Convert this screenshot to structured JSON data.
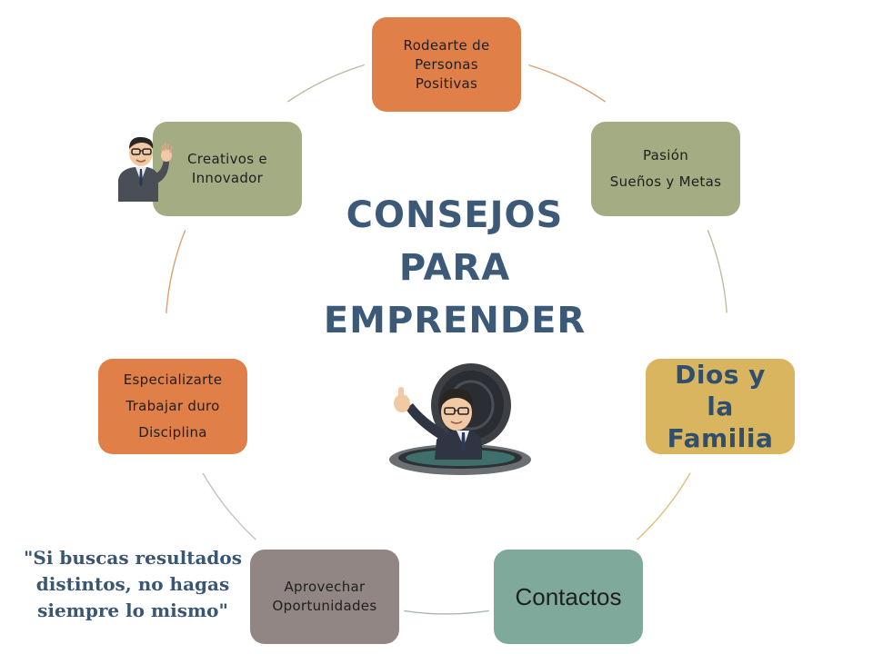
{
  "title": {
    "lines": [
      "CONSEJOS",
      "PARA",
      "EMPRENDER"
    ],
    "color": "#3c5a78"
  },
  "ring": {
    "colors": [
      "#e0a070",
      "#b8bfa0",
      "#e0c080",
      "#a8b8b0",
      "#c8c0bc",
      "#e0a070",
      "#b8bfa0"
    ]
  },
  "nodes": [
    {
      "lines": [
        "Rodearte de",
        "Personas",
        "Positivas"
      ],
      "color": "#e07f48"
    },
    {
      "lines": [
        "Pasión",
        "Sueños y Metas"
      ],
      "color": "#a3ac82"
    },
    {
      "lines": [
        "Dios y",
        "la",
        "Familia"
      ],
      "color": "#d9b55f"
    },
    {
      "lines": [
        "Contactos"
      ],
      "color": "#7fa99b"
    },
    {
      "lines": [
        "Aprovechar",
        "Oportunidades"
      ],
      "color": "#918683"
    },
    {
      "lines": [
        "Especializarte",
        "Trabajar duro",
        "Disciplina"
      ],
      "color": "#e07f48"
    },
    {
      "lines": [
        "Creativos e",
        "Innovador"
      ],
      "color": "#a3ac82"
    }
  ],
  "quote": {
    "lines": [
      "\"Si buscas resultados",
      "distintos, no hagas",
      "siempre lo mismo\""
    ],
    "color": "#3a5672"
  },
  "icons": {
    "waving": "waving-avatar-icon",
    "manhole": "manhole-avatar-icon"
  }
}
